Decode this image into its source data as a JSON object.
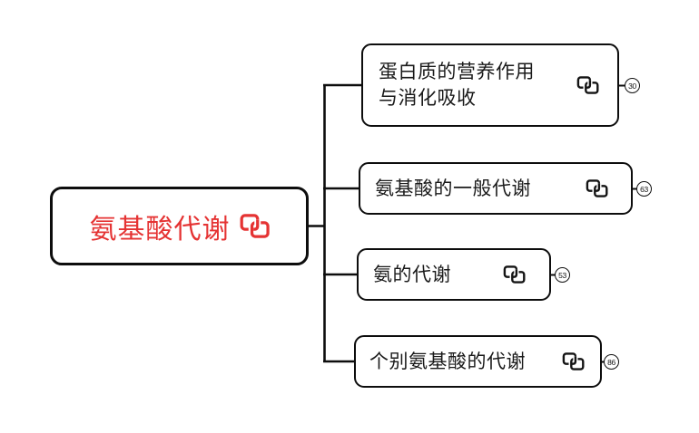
{
  "diagram": {
    "type": "mindmap",
    "background": "#ffffff",
    "root": {
      "label": "氨基酸代谢",
      "icon": "link-icon",
      "accent_color": "#e53333"
    },
    "children": [
      {
        "label": "蛋白质的营养作用\n与消化吸收",
        "icon": "link-icon",
        "badge": "30"
      },
      {
        "label": "氨基酸的一般代谢",
        "icon": "link-icon",
        "badge": "63"
      },
      {
        "label": "氨的代谢",
        "icon": "link-icon",
        "badge": "53"
      },
      {
        "label": "个别氨基酸的代谢",
        "icon": "link-icon",
        "badge": "86"
      }
    ],
    "colors": {
      "node_border": "#0d0d0d",
      "child_text": "#1a1a1a",
      "connector": "#0d0d0d",
      "root_accent": "#e53333"
    }
  }
}
